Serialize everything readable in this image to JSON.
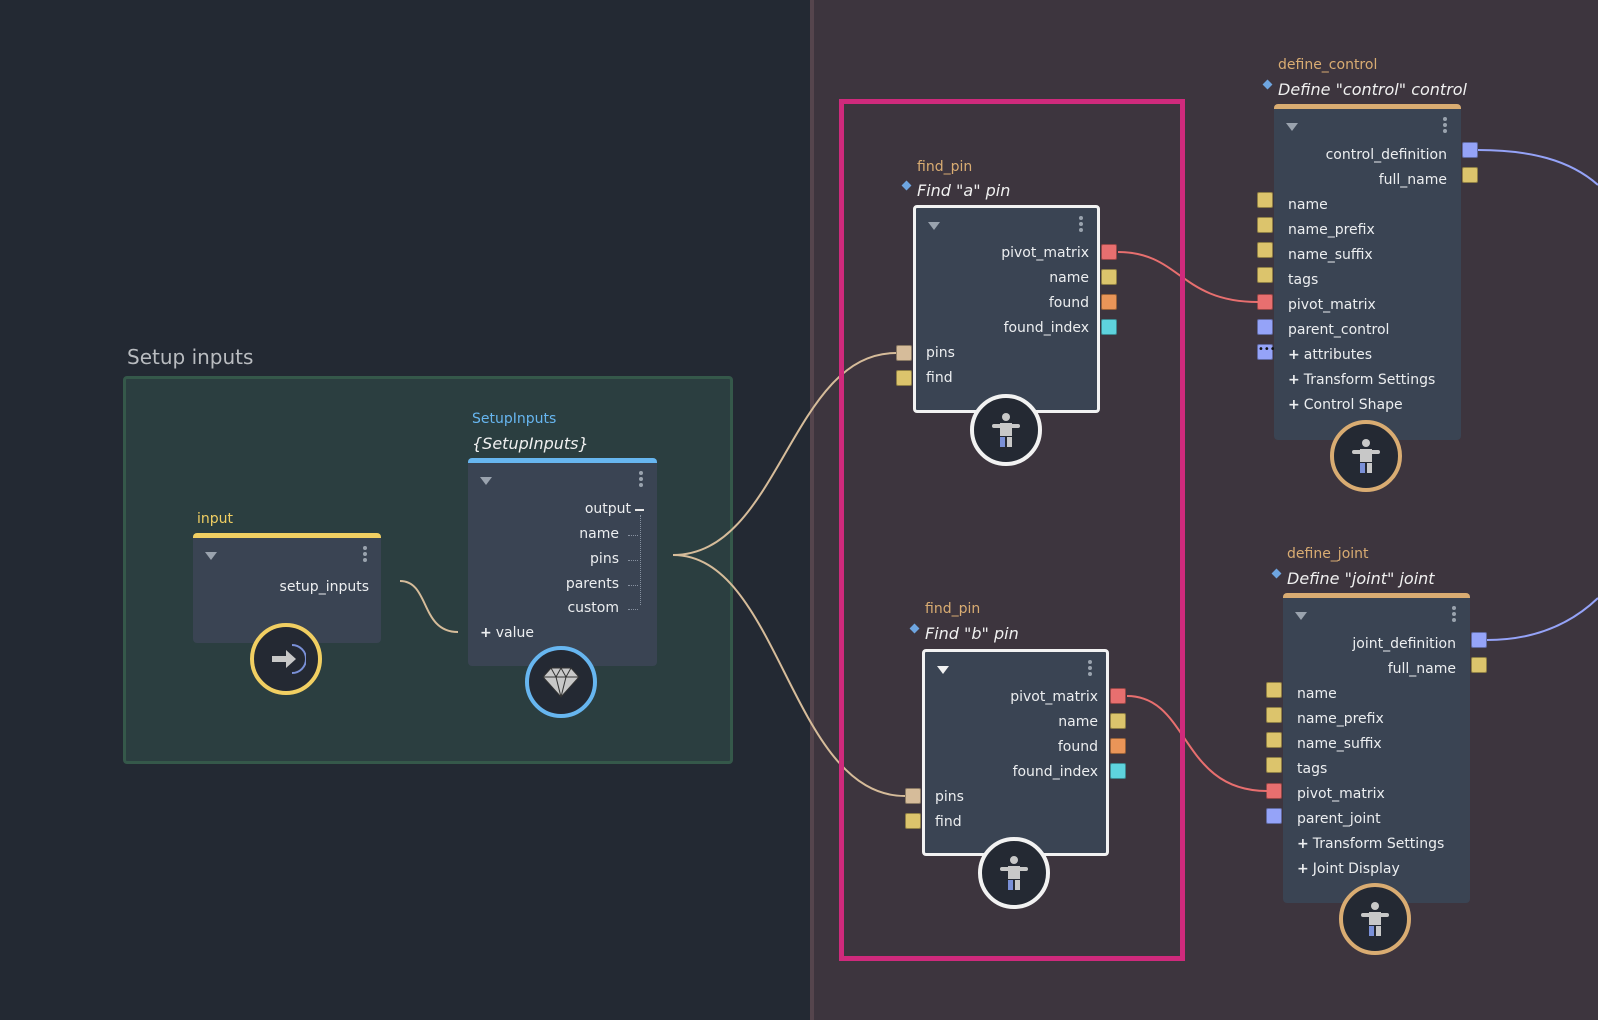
{
  "graph": {
    "backdrop": {
      "title": "Setup inputs",
      "color": "#2b3e40"
    },
    "selection_color": "#cf2a7c",
    "nodes": {
      "input": {
        "type_label": "input",
        "type_color": "#f1cf62",
        "outputs": [
          {
            "label": "setup_inputs",
            "color": "tan"
          }
        ],
        "badge_icon": "arrow-right-icon"
      },
      "setup_inputs": {
        "type_label": "SetupInputs",
        "type_color": "#67b6f0",
        "title": "{SetupInputs}",
        "outputs": [
          {
            "label": "output",
            "color": "tan"
          },
          {
            "label": "name",
            "color": "yellow"
          },
          {
            "label": "pins",
            "color": "tan"
          },
          {
            "label": "parents",
            "color": "tan"
          },
          {
            "label": "custom",
            "color": "blue"
          }
        ],
        "inputs": [
          {
            "label": "value",
            "compound": true
          }
        ],
        "badge_icon": "diamond-gem-icon"
      },
      "find_pin_a": {
        "type_label": "find_pin",
        "title": "Find \"a\" pin",
        "outputs": [
          {
            "label": "pivot_matrix",
            "color": "red"
          },
          {
            "label": "name",
            "color": "yellow"
          },
          {
            "label": "found",
            "color": "orange"
          },
          {
            "label": "found_index",
            "color": "cyan"
          }
        ],
        "inputs": [
          {
            "label": "pins",
            "color": "tan"
          },
          {
            "label": "find",
            "color": "yellow"
          }
        ],
        "badge_icon": "person-icon",
        "selected": true
      },
      "find_pin_b": {
        "type_label": "find_pin",
        "title": "Find \"b\" pin",
        "outputs": [
          {
            "label": "pivot_matrix",
            "color": "red"
          },
          {
            "label": "name",
            "color": "yellow"
          },
          {
            "label": "found",
            "color": "orange"
          },
          {
            "label": "found_index",
            "color": "cyan"
          }
        ],
        "inputs": [
          {
            "label": "pins",
            "color": "tan"
          },
          {
            "label": "find",
            "color": "yellow"
          }
        ],
        "badge_icon": "person-icon",
        "selected": true
      },
      "define_control": {
        "type_label": "define_control",
        "title": "Define \"control\" control",
        "outputs": [
          {
            "label": "control_definition",
            "color": "blue"
          },
          {
            "label": "full_name",
            "color": "yellow"
          }
        ],
        "inputs": [
          {
            "label": "name",
            "color": "yellow"
          },
          {
            "label": "name_prefix",
            "color": "yellow"
          },
          {
            "label": "name_suffix",
            "color": "yellow"
          },
          {
            "label": "tags",
            "color": "yellow"
          },
          {
            "label": "pivot_matrix",
            "color": "red"
          },
          {
            "label": "parent_control",
            "color": "blue"
          },
          {
            "label": "attributes",
            "compound": true
          },
          {
            "label": "Transform Settings",
            "compound": true
          },
          {
            "label": "Control Shape",
            "compound": true
          }
        ],
        "badge_icon": "person-icon"
      },
      "define_joint": {
        "type_label": "define_joint",
        "title": "Define \"joint\" joint",
        "outputs": [
          {
            "label": "joint_definition",
            "color": "blue"
          },
          {
            "label": "full_name",
            "color": "yellow"
          }
        ],
        "inputs": [
          {
            "label": "name",
            "color": "yellow"
          },
          {
            "label": "name_prefix",
            "color": "yellow"
          },
          {
            "label": "name_suffix",
            "color": "yellow"
          },
          {
            "label": "tags",
            "color": "yellow"
          },
          {
            "label": "pivot_matrix",
            "color": "red"
          },
          {
            "label": "parent_joint",
            "color": "blue"
          },
          {
            "label": "Transform Settings",
            "compound": true
          },
          {
            "label": "Joint Display",
            "compound": true
          }
        ],
        "badge_icon": "person-icon"
      }
    },
    "plus_symbol": "+"
  }
}
